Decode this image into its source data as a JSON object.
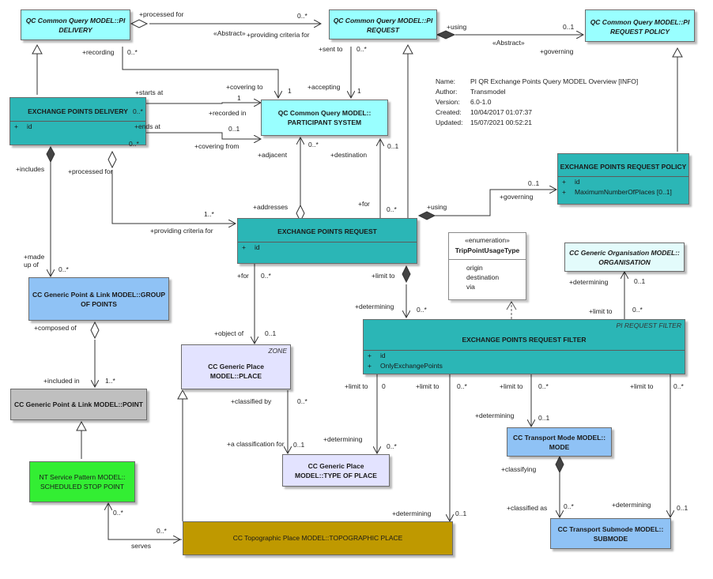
{
  "meta": [
    {
      "key": "Name:",
      "value": "PI QR Exchange Points Query MODEL Overview [INFO]"
    },
    {
      "key": "Author:",
      "value": "Transmodel"
    },
    {
      "key": "Version:",
      "value": "6.0-1.0"
    },
    {
      "key": "Created:",
      "value": "10/04/2017 01:07:37"
    },
    {
      "key": "Updated:",
      "value": "15/07/2021 00:52:21"
    }
  ],
  "classes": {
    "pi_delivery": {
      "title": "QC Common Query MODEL::PI DELIVERY",
      "fill": "#99ffff"
    },
    "pi_request": {
      "title": "QC Common Query MODEL::PI REQUEST",
      "fill": "#99ffff"
    },
    "pi_request_policy": {
      "title": "QC Common Query MODEL::PI REQUEST POLICY",
      "fill": "#99ffff"
    },
    "exchange_points_delivery": {
      "title": "EXCHANGE POINTS DELIVERY",
      "attrs": [
        {
          "vis": "+",
          "name": "id"
        }
      ],
      "fill": "#2bb6b6"
    },
    "participant_system": {
      "title": "QC Common Query MODEL:: PARTICIPANT SYSTEM",
      "fill": "#99ffff"
    },
    "exchange_points_request_policy": {
      "title": "EXCHANGE POINTS REQUEST POLICY",
      "attrs": [
        {
          "vis": "+",
          "name": "id"
        },
        {
          "vis": "+",
          "name": "MaximumNumberOfPlaces [0..1]"
        }
      ],
      "fill": "#2bb6b6"
    },
    "exchange_points_request": {
      "title": "EXCHANGE POINTS REQUEST",
      "attrs": [
        {
          "vis": "+",
          "name": "id"
        }
      ],
      "fill": "#2bb6b6"
    },
    "group_of_points": {
      "title": "CC Generic Point & Link MODEL::GROUP OF POINTS",
      "fill": "#8fc2f5"
    },
    "organisation": {
      "title": "CC Generic Organisation MODEL:: ORGANISATION",
      "fill": "#e3fbfb"
    },
    "exchange_points_request_filter": {
      "stereotype": "PI REQUEST FILTER",
      "title": "EXCHANGE POINTS REQUEST FILTER",
      "attrs": [
        {
          "vis": "+",
          "name": "id"
        },
        {
          "vis": "+",
          "name": "OnlyExchangePoints"
        }
      ],
      "fill": "#2bb6b6"
    },
    "place": {
      "stereotype": "ZONE",
      "title": "CC Generic Place MODEL::PLACE",
      "fill": "#e3e3ff"
    },
    "point": {
      "title": "CC Generic Point & Link MODEL::POINT",
      "fill": "#bfbfbf"
    },
    "type_of_place": {
      "title": "CC Generic Place MODEL::TYPE OF PLACE",
      "fill": "#e3e3ff"
    },
    "transport_mode": {
      "title": "CC Transport Mode MODEL:: MODE",
      "fill": "#8fc2f5"
    },
    "scheduled_stop_point": {
      "title": "NT Service Pattern MODEL:: SCHEDULED STOP POINT",
      "fill": "#33ee33"
    },
    "topographic_place": {
      "title": "CC Topographic Place MODEL::TOPOGRAPHIC PLACE",
      "fill": "#bf9900"
    },
    "transport_submode": {
      "title": "CC Transport Submode MODEL:: SUBMODE",
      "fill": "#8fc2f5"
    }
  },
  "enumeration": {
    "stereotype": "«enumeration»",
    "name": "TripPointUsageType",
    "literals": [
      "origin",
      "destination",
      "via"
    ]
  },
  "labels": {
    "processed_for_top": "+processed for",
    "mult_0n_a": "0..*",
    "abstract_a": "«Abstract»",
    "providing_criteria_top": "+providing criteria for",
    "using_top": "+using",
    "mult_01_a": "0..1",
    "abstract_b": "«Abstract»",
    "governing_top": "+governing",
    "recording": "+recording",
    "mult_0n_b": "0..*",
    "sent_to": "+sent to",
    "mult_0n_c": "0..*",
    "starts_at": "+starts at",
    "covering_to": "+covering to",
    "mult_1_a": "1",
    "accepting": "+accepting",
    "mult_0n_d": "0..*",
    "recorded_in": "+recorded in",
    "mult_1_b": "1",
    "mult_1_c": "1",
    "ends_at": "+ends at",
    "mult_01_b": "0..1",
    "mult_0n_e": "0..*",
    "covering_from": "+covering from",
    "adjacent": "+adjacent",
    "mult_0n_f": "0..*",
    "destination": "+destination",
    "mult_01_c": "0..1",
    "includes": "+includes",
    "processed_for": "+processed for",
    "mult_01_d": "0..1",
    "governing": "+governing",
    "addresses": "+addresses",
    "for_a": "+for",
    "using": "+using",
    "mult_0n_g": "0..*",
    "mult_1n_a": "1..*",
    "providing_criteria": "+providing criteria for",
    "made_up_of": "+made up of",
    "mult_0n_h": "0..*",
    "for_b": "+for",
    "mult_0n_i": "0..*",
    "limit_to_a": "+limit to",
    "determining_a": "+determining",
    "mult_01_e": "0..1",
    "determining_b": "+determining",
    "mult_0n_j": "0..*",
    "limit_to_b": "+limit to",
    "mult_0n_k": "0..*",
    "composed_of": "+composed of",
    "object_of": "+object of",
    "mult_01_f": "0..1",
    "included_in": "+included in",
    "mult_1n_b": "1..*",
    "limit_to_c": "+limit to",
    "mult_0": "0",
    "limit_to_d": "+limit to",
    "mult_0n_l": "0..*",
    "limit_to_e": "+limit to",
    "mult_0n_m": "0..*",
    "limit_to_f": "+limit to",
    "mult_0n_n": "0..*",
    "classified_by": "+classified by",
    "mult_0n_o": "0..*",
    "determining_c": "+determining",
    "mult_01_g": "0..1",
    "determining_d": "+determining",
    "a_classification_for": "+a classification for",
    "mult_01_h": "0..1",
    "mult_0n_p": "0..*",
    "classifying": "+classifying",
    "mult_0n_q": "0..*",
    "classified_as": "+classified as",
    "mult_0n_r": "0..*",
    "determining_e": "+determining",
    "mult_01_i": "0..1",
    "determining_f": "+determining",
    "mult_01_j": "0..1",
    "mult_0n_s": "0..*",
    "serves": "serves"
  }
}
